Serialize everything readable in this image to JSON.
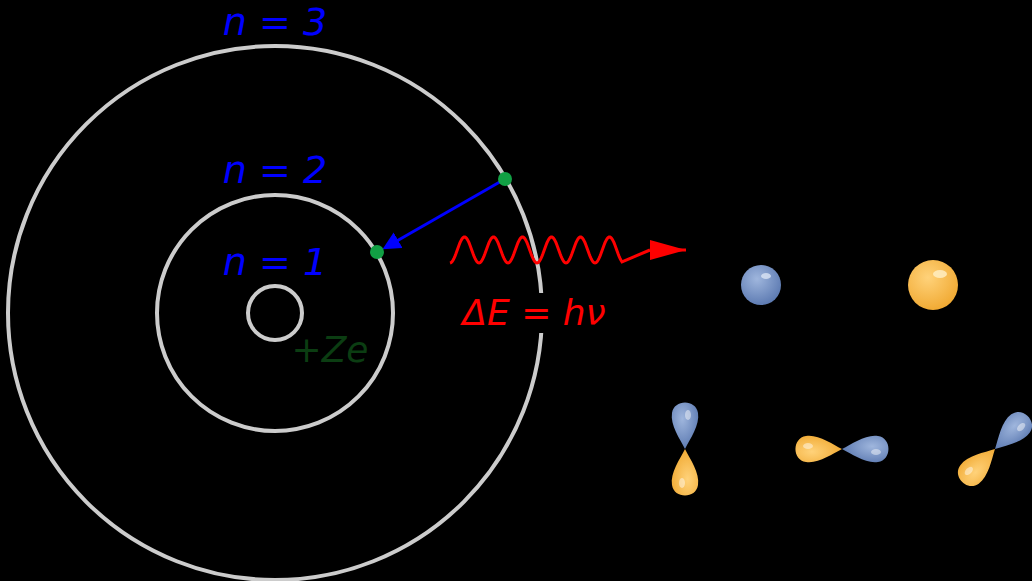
{
  "diagram": {
    "labels": [
      "n = 3",
      "n = 2",
      "n = 1",
      "+Ze",
      "ΔE = hν"
    ]
  }
}
